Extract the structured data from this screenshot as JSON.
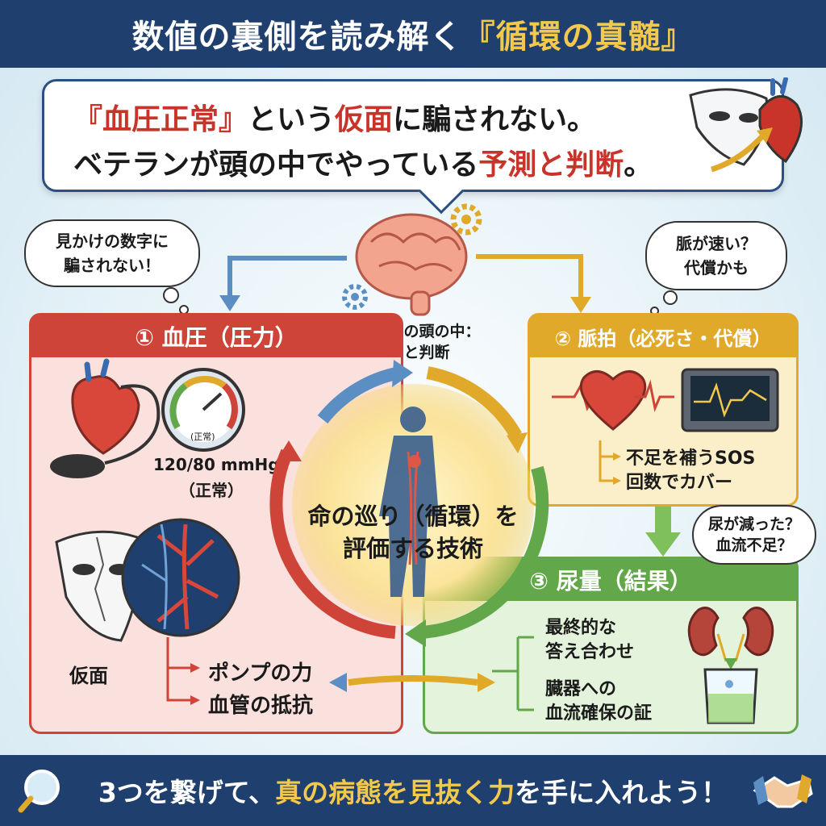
{
  "title": {
    "part1": "数値の裏側を読み解く",
    "part2": "『循環の真髄』"
  },
  "headline": {
    "line1": [
      {
        "text": "『血圧正常』",
        "red": true
      },
      {
        "text": "という",
        "red": false
      },
      {
        "text": "仮面",
        "red": true
      },
      {
        "text": "に騙されない。",
        "red": false
      }
    ],
    "line2": [
      {
        "text": "ベテランが頭の中でやっている",
        "red": false
      },
      {
        "text": "予測と判断",
        "red": true
      },
      {
        "text": "。",
        "red": false
      }
    ]
  },
  "bubbles": {
    "left": {
      "line1": "見かけの数字に",
      "line2": "騙されない！"
    },
    "right": {
      "line1": "脈が速い？",
      "line2": "代償かも"
    },
    "urine": {
      "line1": "尿が減った？",
      "line2": "血流不足？"
    }
  },
  "brain": {
    "line1": "ベテランの頭の中：",
    "line2": "予測と判断"
  },
  "center": {
    "line1": "命の巡り（循環）を",
    "line2": "評価する技術"
  },
  "panel_bp": {
    "title": "① 血圧（圧力）",
    "gauge_label": "(正常)",
    "reading": "120/80 mmHg",
    "reading_note": "（正常）",
    "mask_label": "仮面",
    "item1": "ポンプの力",
    "item2": "血管の抵抗"
  },
  "panel_hr": {
    "title": "② 脈拍（必死さ・代償）",
    "item1": "不足を補うSOS",
    "item2": "回数でカバー"
  },
  "panel_ur": {
    "title": "③ 尿量（結果）",
    "item1_line1": "最終的な",
    "item1_line2": "答え合わせ",
    "item2_line1": "臓器への",
    "item2_line2": "血流確保の証"
  },
  "footer": {
    "part1": "3つを繋げて、",
    "part2": "真の病態を見抜く力",
    "part3": "を手に入れよう！"
  },
  "colors": {
    "navy": "#1f3f6e",
    "gold": "#f2c94c",
    "blood_pressure": "#cf4439",
    "pulse": "#e0a92a",
    "urine": "#62a84a",
    "accent_blue": "#5b8fc4"
  },
  "icons": [
    "heart-icon",
    "gauge-icon",
    "mask-icon",
    "brain-icon",
    "gear-icon",
    "ecg-monitor-icon",
    "kidney-icon",
    "beaker-icon",
    "magnifier-icon",
    "handshake-icon",
    "human-body-icon"
  ]
}
